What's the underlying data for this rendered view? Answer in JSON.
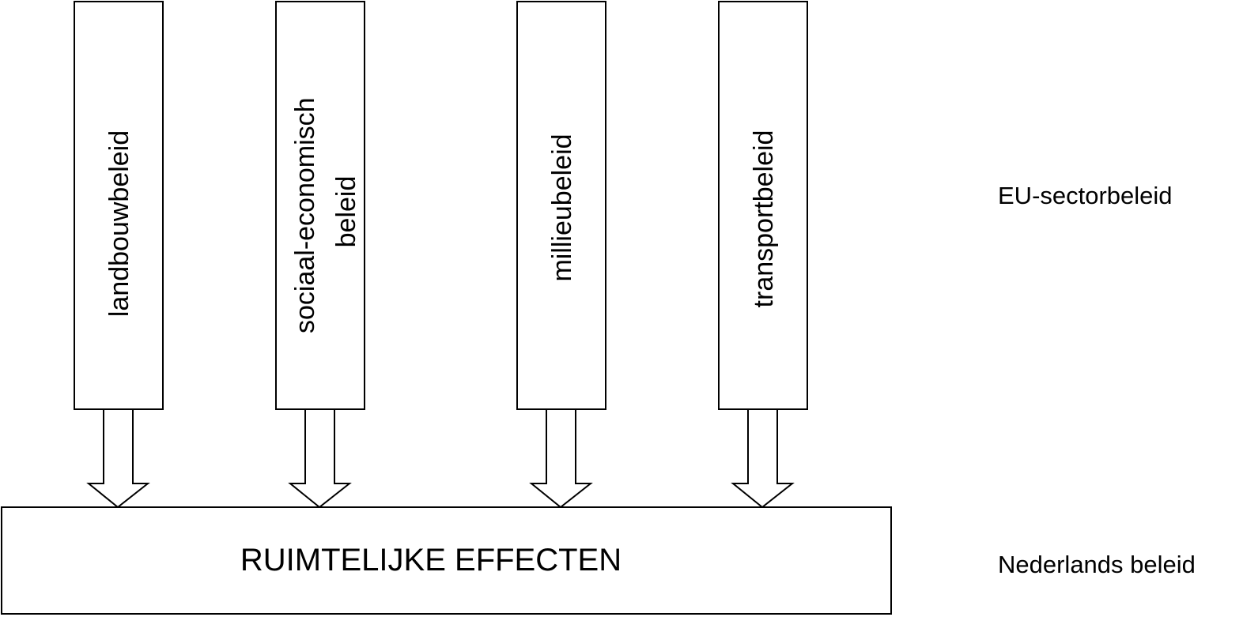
{
  "sectors": [
    {
      "id": "landbouw",
      "lines": [
        "landbouwbeleid"
      ]
    },
    {
      "id": "sociaal-economisch",
      "lines": [
        "sociaal-economisch",
        "beleid"
      ]
    },
    {
      "id": "milieu",
      "lines": [
        "millieubeleid"
      ]
    },
    {
      "id": "transport",
      "lines": [
        "transportbeleid"
      ]
    }
  ],
  "effects": {
    "label": "RUIMTELIJKE EFFECTEN"
  },
  "levels": {
    "eu": "EU-sectorbeleid",
    "nl": "Nederlands beleid"
  }
}
